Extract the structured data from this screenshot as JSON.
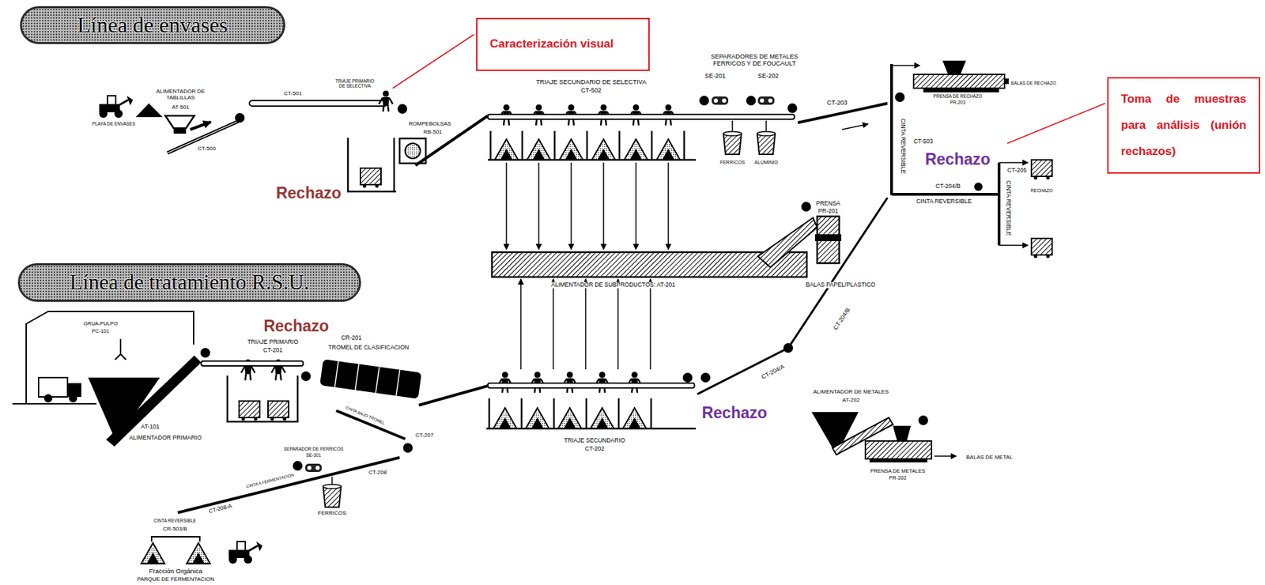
{
  "diagram": {
    "nodes": [
      {
        "text": [
          "Línea de envases"
        ]
      },
      {
        "text": [
          "Caracterización visual"
        ]
      },
      {
        "text": [
          "Toma de muestras para análisis (unión rechazos)"
        ]
      },
      {
        "text": [
          "Línea de tratamiento R.S.U."
        ]
      }
    ],
    "labels": [
      "ALIMENTADOR DE TABLILLAS",
      "AT-501",
      "PLAYA DE ENVASES",
      "CT-500",
      "CT-501",
      "TRIAJE PRIMARIO DE SELECTIVA",
      "ROMPEBOLSAS",
      "RB-501",
      "Rechazo",
      "TRIAJE SECUNDARIO DE SELECTIVA",
      "CT-502",
      "SEPARADORES DE METALES FERRICOS Y DE FOUCAULT",
      "SE-201",
      "SE-202",
      "FERRICOS",
      "ALUMINIO",
      "CT-203",
      "PRENSA DE RECHAZO",
      "PR-203",
      "BALAS DE RECHAZO",
      "CINTA REVERSIBLE",
      "CT-503",
      "Rechazo",
      "CT-204/B",
      "CINTA REVERSIBLE",
      "CT-205",
      "CINTA REVERSIBLE",
      "RECHAZO",
      "PRENSA",
      "PR-201",
      "ALIMENTADOR DE SUBPRODUCTOS: AT-201",
      "BALAS PAPEL/PLASTICO",
      "CT-204/B",
      "GRUA-PULPO",
      "PC-101",
      "Rechazo",
      "TRIAJE PRIMARIO",
      "CT-201",
      "CR-201",
      "TROMEL DE CLASIFICACION",
      "AT-101",
      "ALIMENTADOR PRIMARIO",
      "SEPARADOR DE FERRICOS",
      "SE-301",
      "CINTA BAJO TROMEL",
      "CT-207",
      "CINTA A FERMENTACION",
      "CT-208",
      "FERRICOS",
      "CT-208-A",
      "CINTA REVERSIBLE",
      "CR-503/B",
      "Fracción Orgánica",
      "PARQUE DE FERMENTACION",
      "TRIAJE SECUNDARIO",
      "CT-202",
      "Rechazo",
      "CT-204/A",
      "ALIMENTADOR DE METALES",
      "AT-202",
      "PRENSA DE METALES",
      "PR-202",
      "BALAS DE METAL"
    ]
  }
}
